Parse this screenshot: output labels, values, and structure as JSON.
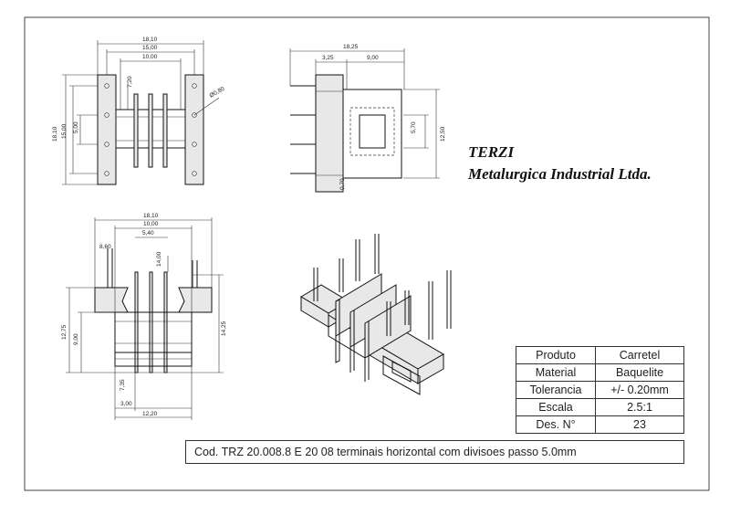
{
  "company": {
    "name": "TERZI",
    "subtitle": "Metalurgica Industrial Ltda."
  },
  "views": {
    "top_left": {
      "dims": [
        "18,10",
        "15,00",
        "10,00",
        "7,20",
        "18,10",
        "15,00",
        "5,00",
        "Ø0,80"
      ]
    },
    "top_right": {
      "dims": [
        "18,25",
        "3,25",
        "9,00",
        "5,70",
        "12,50",
        "0,70"
      ]
    },
    "bottom_left": {
      "dims": [
        "18,10",
        "10,00",
        "5,40",
        "8,60",
        "14,00",
        "12,75",
        "9,00",
        "14,25",
        "7,35",
        "3,00",
        "12,20"
      ]
    }
  },
  "title_block": {
    "rows": [
      {
        "label": "Produto",
        "value": "Carretel"
      },
      {
        "label": "Material",
        "value": "Baquelite"
      },
      {
        "label": "Tolerancia",
        "value": "+/-  0.20mm"
      },
      {
        "label": "Escala",
        "value": "2.5:1"
      },
      {
        "label": "Des. N°",
        "value": "23"
      }
    ]
  },
  "code_line": "Cod. TRZ 20.008.8  E 20 08  terminais horizontal com divisoes passo 5.0mm"
}
